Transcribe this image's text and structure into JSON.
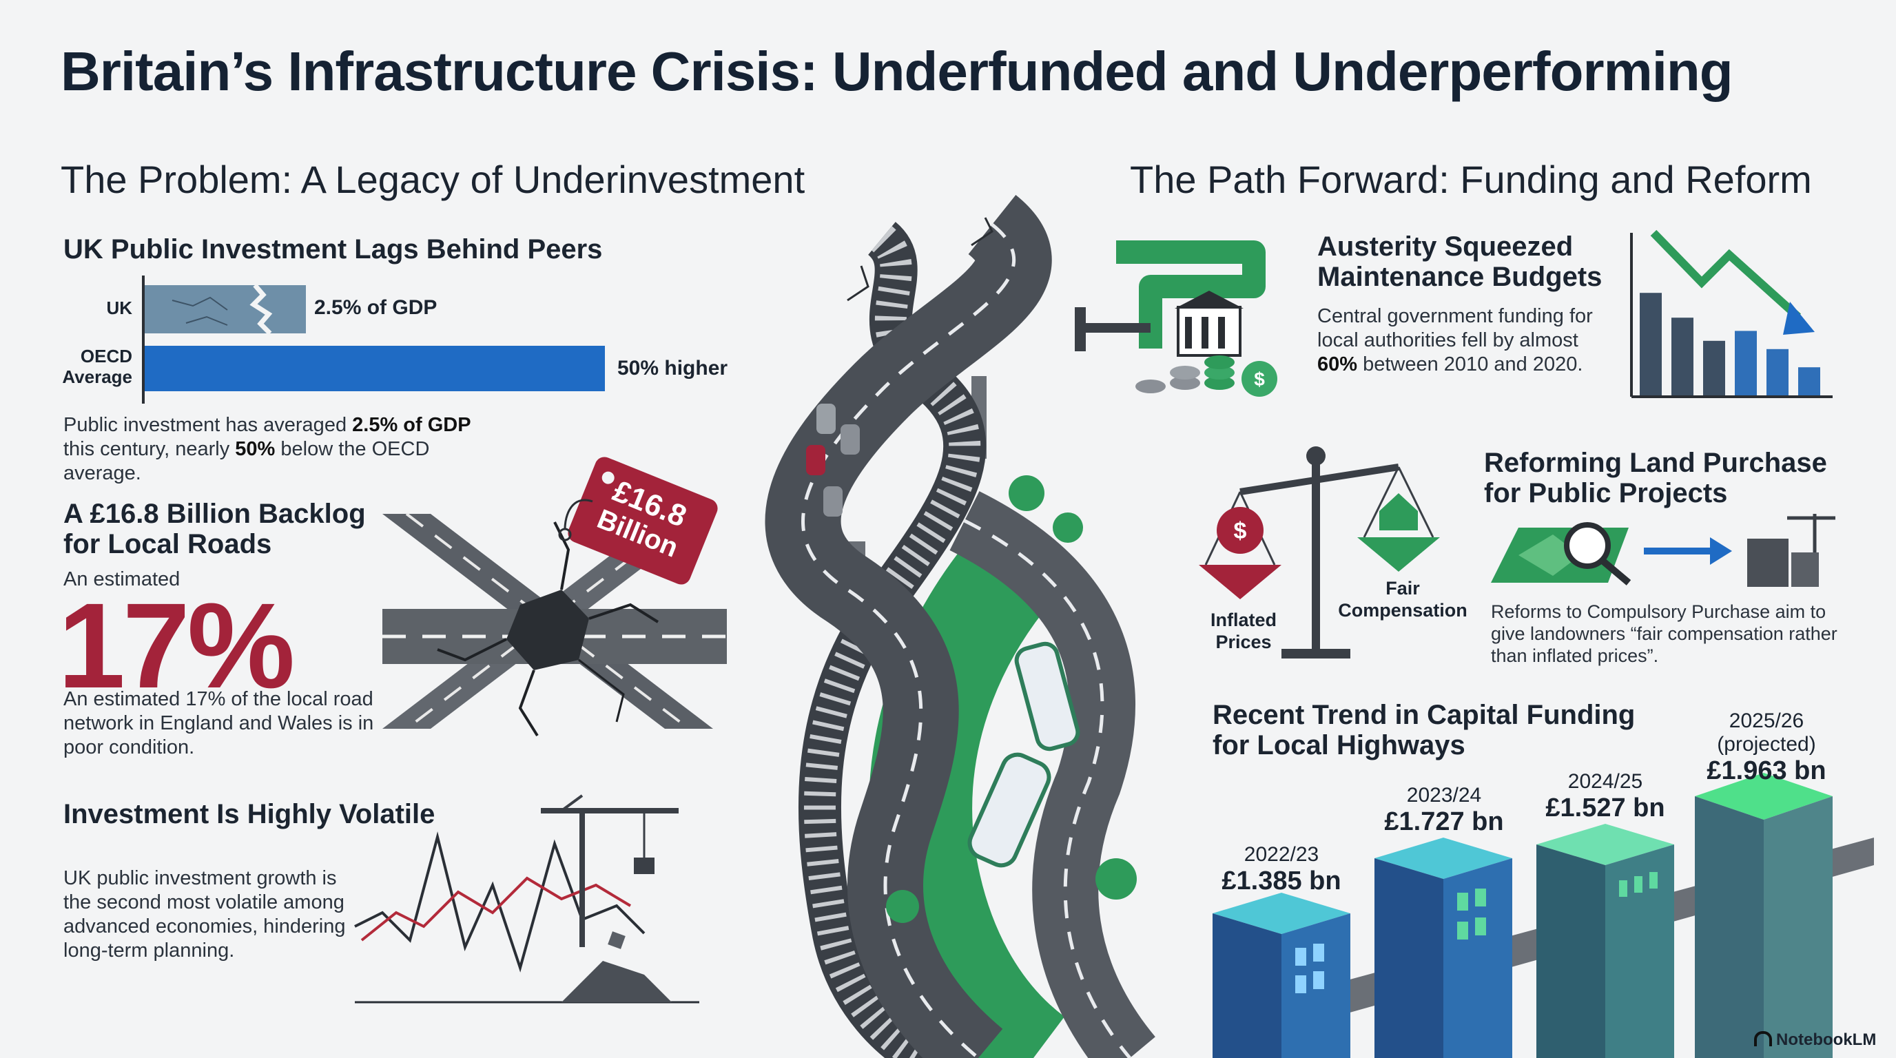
{
  "title": "Britain’s Infrastructure Crisis: Underfunded and Underperforming",
  "problem": {
    "heading": "The Problem: A Legacy of Underinvestment",
    "peers": {
      "heading": "UK Public Investment Lags Behind Peers",
      "uk_label": "UK",
      "uk_value": "2.5% of GDP",
      "oecd_label_line1": "OECD",
      "oecd_label_line2": "Average",
      "oecd_value": "50% higher",
      "uk_share_of_oecd": 0.35,
      "body_part1": "Public investment has averaged ",
      "body_bold1": "2.5% of GDP",
      "body_part2": " this century, nearly ",
      "body_bold2": "50%",
      "body_part3": " below the OECD average."
    },
    "backlog": {
      "heading_line1": "A £16.8 Billion Backlog",
      "heading_line2": "for Local Roads",
      "estimated_label": "An estimated",
      "big_stat": "17%",
      "tag_line1": "£16.8",
      "tag_line2": "Billion",
      "body": "An estimated 17% of the local road network in England and Wales is in poor condition."
    },
    "volatile": {
      "heading": "Investment Is Highly Volatile",
      "body": "UK public investment growth is the second most volatile among advanced economies, hindering long-term planning."
    }
  },
  "forward": {
    "heading": "The Path Forward: Funding and Reform",
    "austerity": {
      "heading_line1": "Austerity Squeezed",
      "heading_line2": "Maintenance Budgets",
      "body_part1": "Central government funding for local authorities fell by almost ",
      "body_bold": "60%",
      "body_part2": " between 2010 and 2020.",
      "bars": [
        0.62,
        0.47,
        0.33,
        0.39,
        0.28,
        0.17
      ]
    },
    "land": {
      "heading_line1": "Reforming Land Purchase",
      "heading_line2": "for Public Projects",
      "inflated_line1": "Inflated",
      "inflated_line2": "Prices",
      "fair_line1": "Fair",
      "fair_line2": "Compensation",
      "body": "Reforms to Compulsory Purchase aim to give landowners “fair compensation rather than inflated prices”."
    },
    "funding": {
      "heading_line1": "Recent Trend in Capital Funding",
      "heading_line2": "for Local Highways",
      "items": [
        {
          "year": "2022/23",
          "note": "",
          "value": "£1.385 bn"
        },
        {
          "year": "2023/24",
          "note": "",
          "value": "£1.727 bn"
        },
        {
          "year": "2024/25",
          "note": "",
          "value": "£1.527 bn"
        },
        {
          "year": "2025/26",
          "note": "(projected)",
          "value": "£1.963 bn"
        }
      ]
    }
  },
  "branding": {
    "label": "NotebookLM"
  },
  "colors": {
    "accent_blue": "#1f6bc4",
    "crimson": "#a3233a",
    "green": "#2e9b5a",
    "asphalt": "#55595f"
  }
}
